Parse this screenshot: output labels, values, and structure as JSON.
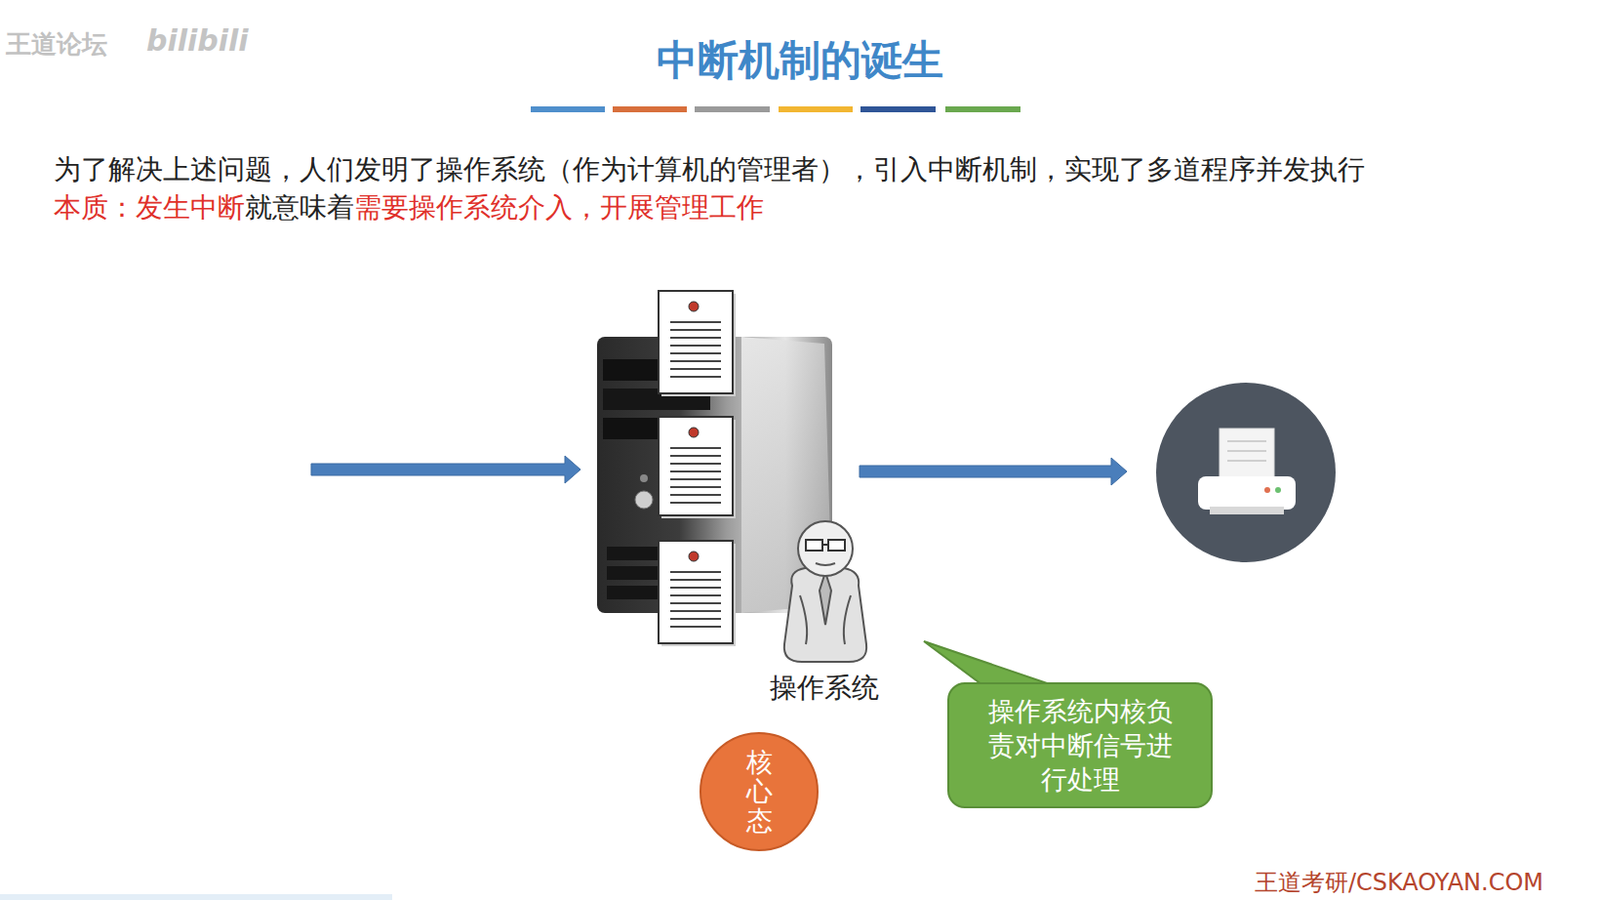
{
  "diagram": {
    "title": "中断机制的诞生",
    "nodes": [
      {
        "text": [
          "操作系统内核负责对中断信号进行处理"
        ]
      },
      {
        "text": [
          "核心态"
        ]
      }
    ],
    "labels": [
      "王道论坛",
      "bilibili",
      "为了解决上述问题，人们发明了操作系统（作为计算机的管理者），引入中断机制，实现了多道程序并发执行",
      "本质：发生中断",
      "就意味着",
      "需要操作系统介入，开展管理工作",
      "操作系统",
      "王道考研/CSKAOYAN.COM"
    ]
  }
}
